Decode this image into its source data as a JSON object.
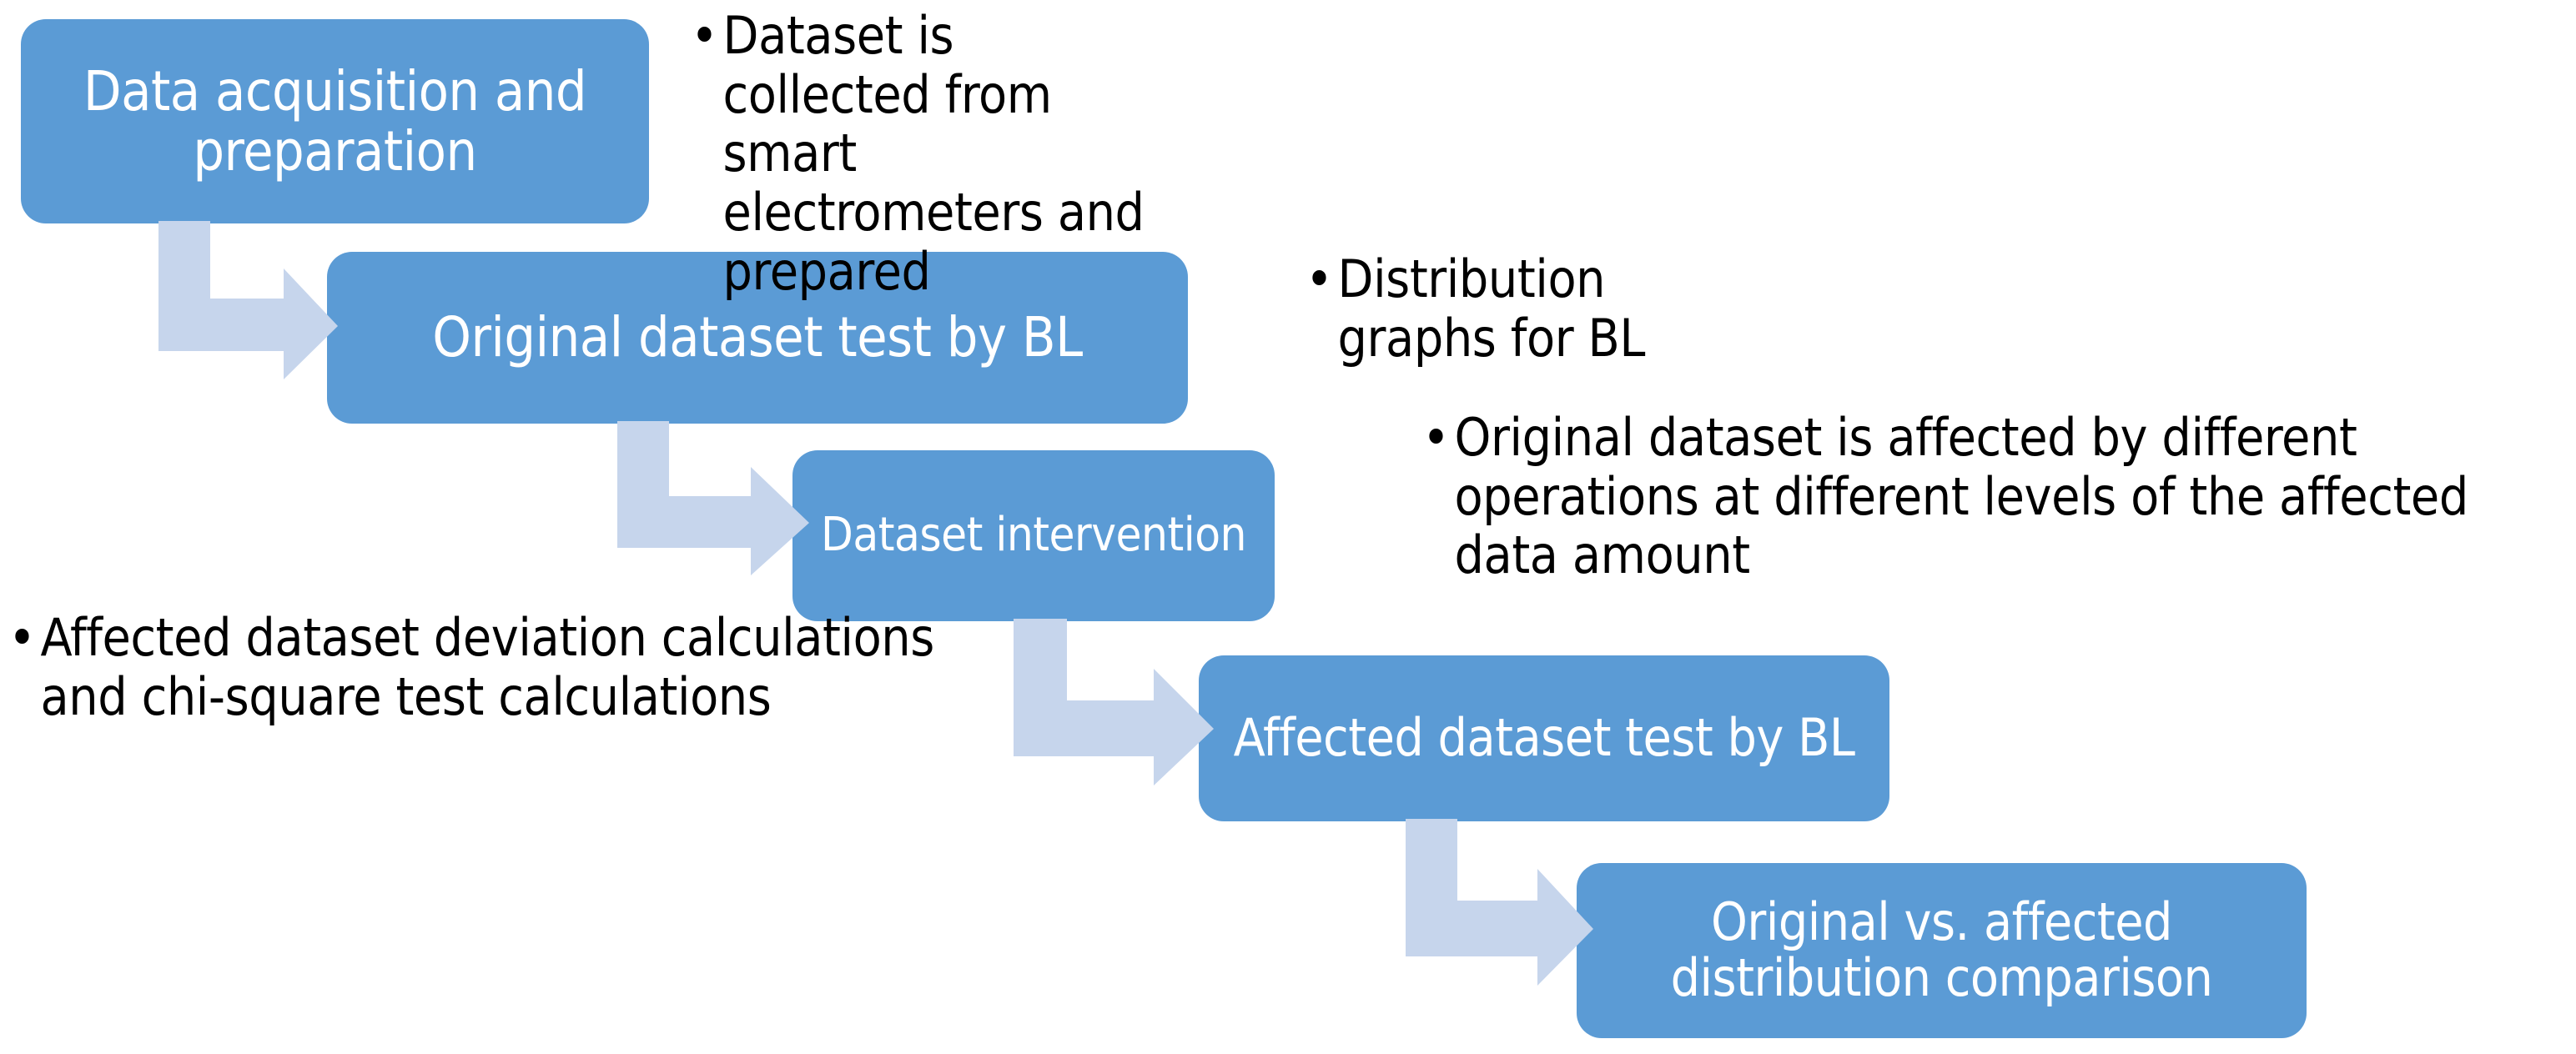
{
  "diagram": {
    "title": "Research methodology process flow",
    "colors": {
      "box_fill": "#5B9BD5",
      "box_text": "#FFFFFF",
      "arrow_fill": "#C6D5EC",
      "bullet_text": "#000000",
      "background": "#FFFFFF"
    },
    "nodes": [
      {
        "id": "node-1",
        "label": "Data acquisition and preparation"
      },
      {
        "id": "node-2",
        "label": "Original dataset test by BL"
      },
      {
        "id": "node-3",
        "label": "Dataset intervention"
      },
      {
        "id": "node-4",
        "label": "Affected dataset test by BL"
      },
      {
        "id": "node-5",
        "label": "Original vs. affected distribution comparison"
      }
    ],
    "connectors": [
      {
        "id": "arrow-1",
        "from": "node-1",
        "to": "node-2",
        "shape": "elbow-down-right"
      },
      {
        "id": "arrow-2",
        "from": "node-2",
        "to": "node-3",
        "shape": "elbow-down-right"
      },
      {
        "id": "arrow-3",
        "from": "node-3",
        "to": "node-4",
        "shape": "elbow-down-right"
      },
      {
        "id": "arrow-4",
        "from": "node-4",
        "to": "node-5",
        "shape": "elbow-down-right"
      }
    ],
    "bullets": [
      {
        "id": "bullet-1",
        "marker": "•",
        "text": "Dataset is collected from smart electrometers and prepared"
      },
      {
        "id": "bullet-2",
        "marker": "•",
        "text": "Distribution graphs for BL"
      },
      {
        "id": "bullet-3",
        "marker": "•",
        "text": "Original dataset is affected by different operations at different levels of the affected data amount"
      },
      {
        "id": "bullet-4",
        "marker": "•",
        "text": "Affected dataset deviation calculations and chi-square test calculations"
      }
    ]
  }
}
